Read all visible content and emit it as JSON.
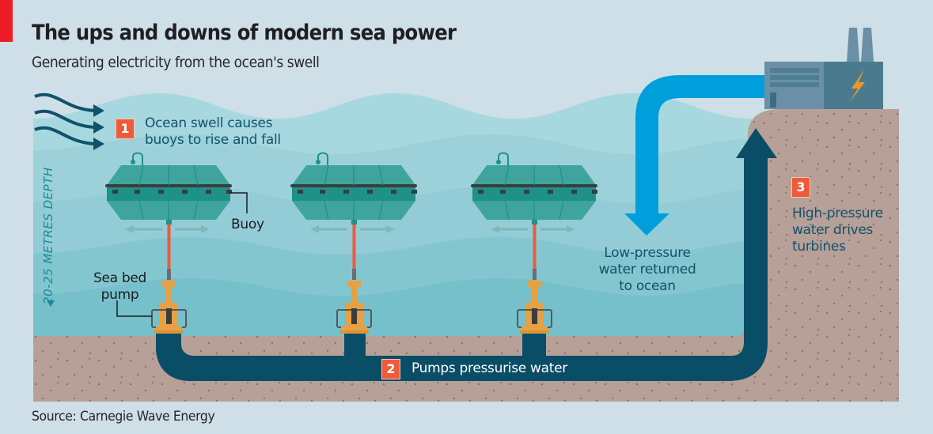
{
  "header": {
    "title": "The ups and downs of modern sea power",
    "subtitle": "Generating electricity from the ocean's swell"
  },
  "footer": {
    "source": "Source: Carnegie Wave Energy"
  },
  "depth_label": "20-25 METRES DEPTH",
  "steps": [
    {
      "number": "1",
      "text_lines": [
        "Ocean swell causes",
        "buoys to rise and fall"
      ]
    },
    {
      "number": "2",
      "text_lines": [
        "Pumps pressurise water"
      ]
    },
    {
      "number": "3",
      "text_lines": [
        "High-pressure",
        "water drives",
        "turbines"
      ]
    }
  ],
  "labels": {
    "buoy": "Buoy",
    "pump_line1": "Sea bed",
    "pump_line2": "pump",
    "return_line1": "Low-pressure",
    "return_line2": "water returned",
    "return_line3": "to ocean"
  },
  "icons": {
    "swell": "wave-arrows-icon",
    "buoy": "buoy-icon",
    "pump": "pump-icon",
    "power_station": "factory-icon",
    "lightning": "lightning-bolt-icon"
  },
  "colors": {
    "background": "#cfdfe7",
    "accent_red": "#ed1c24",
    "step_badge": "#ef5a3a",
    "sea_light": "#a9d8e0",
    "sea_dark": "#74c0cb",
    "seabed": "#b7a098",
    "pipe_high_pressure": "#0a4d66",
    "pipe_low_pressure": "#009fdb",
    "buoy": "#37a39b",
    "pump": "#e8a040",
    "factory": "#6a8fa6",
    "bolt": "#e8962e"
  }
}
